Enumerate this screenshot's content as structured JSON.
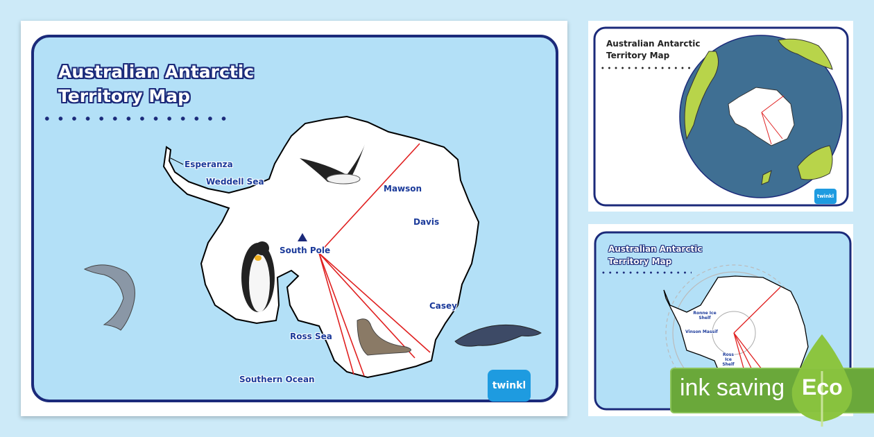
{
  "main_map": {
    "title_line1": "Australian Antarctic",
    "title_line2": "Territory Map",
    "labels": {
      "esperanza": "Esperanza",
      "weddell_sea": "Weddell Sea",
      "mawson": "Mawson",
      "davis": "Davis",
      "south_pole": "South Pole",
      "casey": "Casey",
      "ross_sea": "Ross Sea",
      "southern_ocean": "Southern Ocean"
    },
    "logo": "twinkl"
  },
  "globe_preview": {
    "title_line1": "Australian Antarctic",
    "title_line2": "Territory Map",
    "logo": "twinkl"
  },
  "circle_preview": {
    "title_line1": "Australian Antarctic",
    "title_line2": "Territory Map",
    "labels": {
      "ronne": "Ronne Ice Shelf",
      "vinson": "Vinson Massif",
      "ross": "Ross Ice Shelf"
    }
  },
  "badge": {
    "text": "ink saving",
    "eco": "Eco"
  },
  "colors": {
    "navy": "#1b2a7a",
    "sea": "#b3e0f7",
    "ocean_globe": "#3f6f93",
    "land_globe": "#b8d44a",
    "territory_lines": "#e02020",
    "eco_green": "#6aa83a"
  }
}
